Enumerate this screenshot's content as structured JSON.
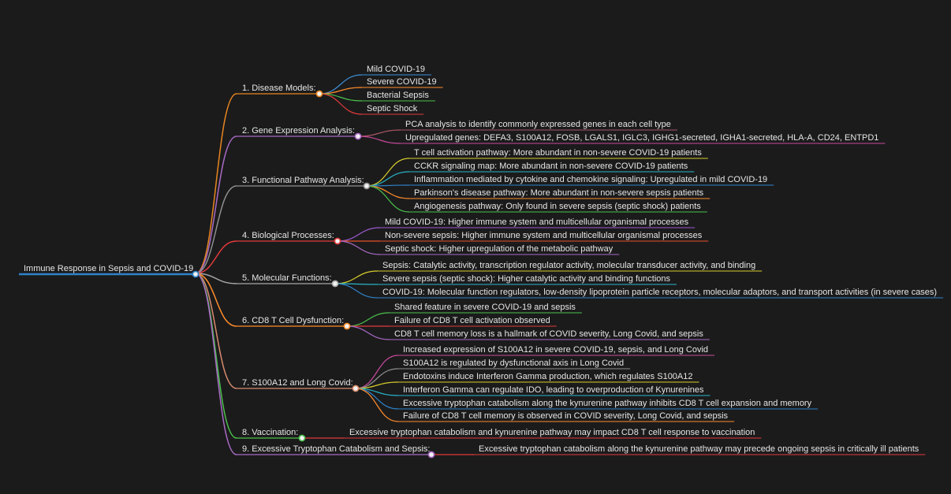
{
  "colors": {
    "background": "#1b1b1c",
    "text": "#e6e6e6",
    "root_line": "#2f82c8",
    "branches": [
      "#e8861f",
      "#a86ac4",
      "#8f8f8f",
      "#e33a3a",
      "#a8a8a8",
      "#ff8c2a",
      "#d88b6c",
      "#4ac24a",
      "#a86ac4"
    ]
  },
  "root": {
    "label": "Immune Response in Sepsis and COVID-19"
  },
  "branches": [
    {
      "label": "1. Disease Models:",
      "children": [
        {
          "label": "Mild COVID-19",
          "color": "#3e8fd8"
        },
        {
          "label": "Severe COVID-19",
          "color": "#ff8c2a"
        },
        {
          "label": "Bacterial Sepsis",
          "color": "#4ac24a"
        },
        {
          "label": "Septic Shock",
          "color": "#e33a3a"
        }
      ]
    },
    {
      "label": "2. Gene Expression Analysis:",
      "children": [
        {
          "label": "PCA analysis to identify commonly expressed genes in each cell type",
          "color": "#a85563"
        },
        {
          "label": "Upregulated genes: DEFA3, S100A12, FOSB, LGALS1, IGLC3, IGHG1-secreted, IGHA1-secreted, HLA-A, CD24, ENTPD1",
          "color": "#c84a9a"
        }
      ]
    },
    {
      "label": "3. Functional Pathway Analysis:",
      "children": [
        {
          "label": "T cell activation pathway: More abundant in non-severe COVID-19 patients",
          "color": "#d6cc2a"
        },
        {
          "label": "CCKR signaling map: More abundant in non-severe COVID-19 patients",
          "color": "#28b4c8"
        },
        {
          "label": "Inflammation mediated by cytokine and chemokine signaling: Upregulated in mild COVID-19",
          "color": "#2f82c8"
        },
        {
          "label": "Parkinson's disease pathway: More abundant in non-severe sepsis patients",
          "color": "#ff8c2a"
        },
        {
          "label": "Angiogenesis pathway: Only found in severe sepsis (septic shock) patients",
          "color": "#4ac24a"
        }
      ]
    },
    {
      "label": "4. Biological Processes:",
      "children": [
        {
          "label": "Mild COVID-19: Higher immune system and multicellular organismal processes",
          "color": "#9e5ad0"
        },
        {
          "label": "Non-severe sepsis: Higher immune system and multicellular organismal processes",
          "color": "#e8502a"
        },
        {
          "label": "Septic shock: Higher upregulation of the metabolic pathway",
          "color": "#a86ac4"
        }
      ]
    },
    {
      "label": "5. Molecular Functions:",
      "children": [
        {
          "label": "Sepsis: Catalytic activity, transcription regulator activity, molecular transducer activity, and binding",
          "color": "#d6cc2a"
        },
        {
          "label": "Severe sepsis (septic shock): Higher catalytic activity and binding functions",
          "color": "#28b4c8"
        },
        {
          "label": "COVID-19: Molecular function regulators, low-density lipoprotein particle receptors, molecular adaptors, and transport activities (in severe cases)",
          "color": "#2f82c8"
        }
      ]
    },
    {
      "label": "6. CD8 T Cell Dysfunction:",
      "children": [
        {
          "label": "Shared feature in severe COVID-19 and sepsis",
          "color": "#4ac24a"
        },
        {
          "label": "Failure of CD8 T cell activation observed",
          "color": "#e33a3a"
        },
        {
          "label": "CD8 T cell memory loss is a hallmark of COVID severity, Long Covid, and sepsis",
          "color": "#a86ac4"
        }
      ]
    },
    {
      "label": "7. S100A12 and Long Covid:",
      "children": [
        {
          "label": "Increased expression of S100A12 in severe COVID-19, sepsis, and Long Covid",
          "color": "#c84a9a"
        },
        {
          "label": "S100A12 is regulated by dysfunctional axis in Long Covid",
          "color": "#8f8f8f"
        },
        {
          "label": "Endotoxins induce Interferon Gamma production, which regulates S100A12",
          "color": "#d6cc2a"
        },
        {
          "label": "Interferon Gamma can regulate IDO, leading to overproduction of Kynurenines",
          "color": "#28b4c8"
        },
        {
          "label": "Excessive tryptophan catabolism along the kynurenine pathway inhibits CD8 T cell expansion and memory",
          "color": "#2f82c8"
        },
        {
          "label": "Failure of CD8 T cell memory is observed in COVID severity, Long Covid, and sepsis",
          "color": "#ff8c2a"
        }
      ]
    },
    {
      "label": "8. Vaccination:",
      "children": [
        {
          "label": "Excessive tryptophan catabolism and kynurenine pathway may impact CD8 T cell response to vaccination",
          "color": "#e33a3a"
        }
      ]
    },
    {
      "label": "9. Excessive Tryptophan Catabolism and Sepsis:",
      "children": [
        {
          "label": "Excessive tryptophan catabolism along the kynurenine pathway may precede ongoing sepsis in critically ill patients",
          "color": "#e33a3a"
        }
      ]
    }
  ]
}
